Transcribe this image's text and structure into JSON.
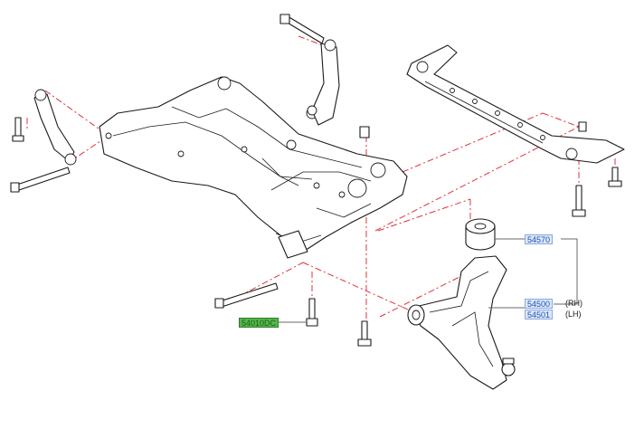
{
  "callouts": {
    "bushing": {
      "code": "54570",
      "color": "#1f4fb8"
    },
    "arm_rh": {
      "code": "54500",
      "side": "(RH)"
    },
    "arm_lh": {
      "code": "54501",
      "side": "(LH)"
    },
    "member_bolt": {
      "code": "54010DC",
      "color": "#54b84a"
    }
  },
  "colors": {
    "centerline": "#e0323c",
    "leader": "#6a6a6a",
    "outline": "#1a1a1a"
  }
}
